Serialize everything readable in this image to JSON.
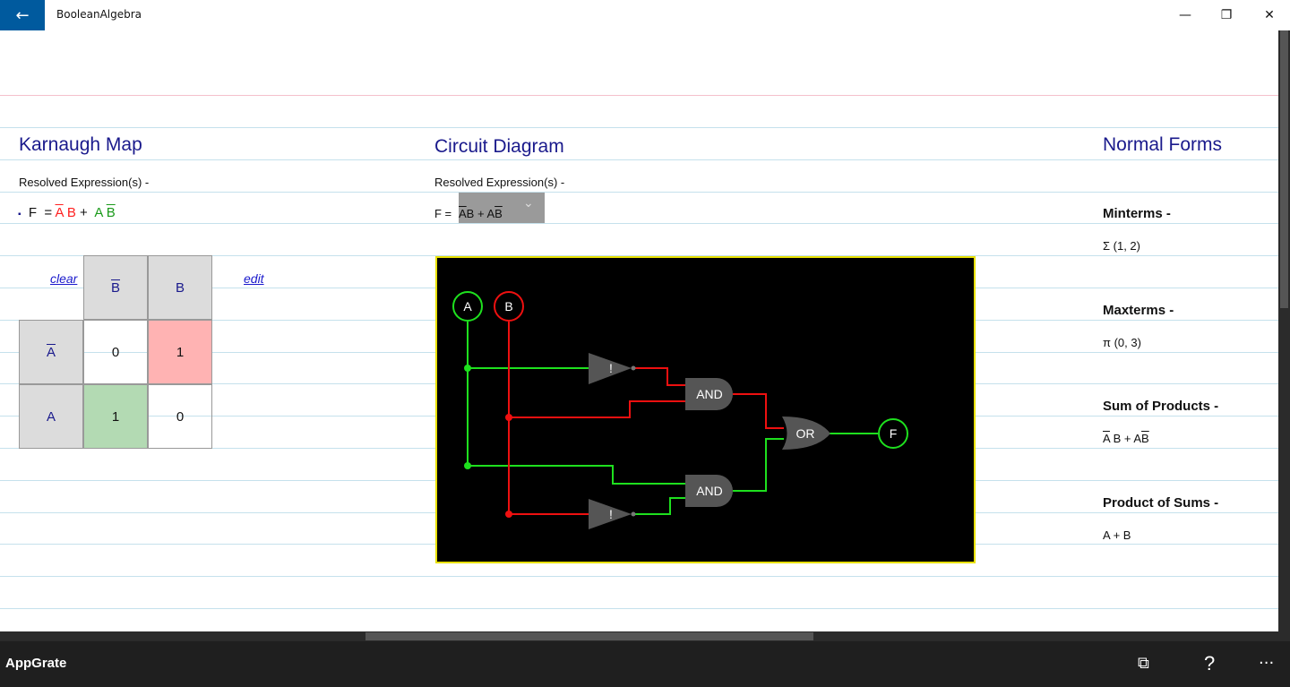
{
  "window": {
    "title": "BooleanAlgebra",
    "back_icon": "←",
    "minimize": "—",
    "restore": "❐",
    "close": "✕"
  },
  "kmap": {
    "title": "Karnaugh Map",
    "resolved_label": "Resolved Expression(s) -",
    "bullet": "▪",
    "expr_prefix": "F  = ",
    "term1": [
      "A",
      "B"
    ],
    "plus": " + ",
    "term2": [
      "A",
      "B"
    ],
    "clear": "clear",
    "edit": "edit",
    "col_headers": [
      "B",
      "B"
    ],
    "row_headers": [
      "A",
      "A"
    ],
    "cells": [
      [
        "0",
        "1"
      ],
      [
        "1",
        "0"
      ]
    ],
    "colors": {
      "term1": "#ff2020",
      "term2": "#1a9a1a",
      "cell_one_top": "#ffb3b3",
      "cell_one_bottom": "#b3dab3"
    }
  },
  "circuit": {
    "title": "Circuit Diagram",
    "resolved_label": "Resolved Expression(s) -",
    "expr_prefix": "F = ",
    "expr": [
      "A",
      "B",
      " + ",
      "A",
      "B"
    ],
    "dropdown_icon": "⌄",
    "inputs": [
      "A",
      "B"
    ],
    "output": "F",
    "not_label": "!",
    "and_label": "AND",
    "or_label": "OR"
  },
  "normal_forms": {
    "title": "Normal Forms",
    "minterms_label": "Minterms -",
    "minterms": "Σ (1, 2)",
    "maxterms_label": "Maxterms -",
    "maxterms": "π (0, 3)",
    "sop_label": "Sum of Products -",
    "sop": [
      "A",
      "B + A",
      "B"
    ],
    "pos_label": "Product of Sums -",
    "pos": "A + B"
  },
  "appbar": {
    "brand": "AppGrate",
    "share_icon": "⧉",
    "help": "?",
    "more": "···"
  }
}
